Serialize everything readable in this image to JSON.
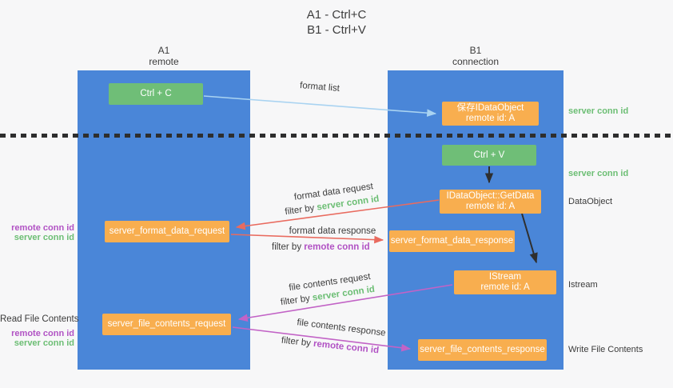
{
  "title": {
    "line1": "A1 - Ctrl+C",
    "line2": "B1 - Ctrl+V"
  },
  "columns": {
    "left": {
      "name": "A1",
      "role": "remote"
    },
    "right": {
      "name": "B1",
      "role": "connection"
    }
  },
  "nodes": {
    "ctrl_c": "Ctrl + C",
    "save_dataobject": {
      "line1": "保存IDataObject",
      "line2": "remote id: A"
    },
    "ctrl_v": "Ctrl + V",
    "getdata": {
      "line1": "IDataObject::GetData",
      "line2": "remote id: A"
    },
    "server_format_data_request": "server_format_data_request",
    "server_format_data_response": "server_format_data_response",
    "istream": {
      "line1": "IStream",
      "line2": "remote id: A"
    },
    "server_file_contents_request": "server_file_contents_request",
    "server_file_contents_response": "server_file_contents_response"
  },
  "terms": {
    "server_conn_id": "server conn id",
    "remote_conn_id": "remote conn id",
    "filter_by": "filter by "
  },
  "flow_labels": {
    "format_list": "format list",
    "format_data_request": "format data request",
    "format_data_response": "format data response",
    "file_contents_request": "file contents request",
    "file_contents_response": "file contents response"
  },
  "side_labels": {
    "dataobject": "DataObject",
    "istream": "Istream",
    "read_file_contents": "Read File Contents",
    "write_file_contents": "Write File Contents"
  },
  "colors": {
    "column_blue": "#4a86d8",
    "node_green": "#6fbe77",
    "node_orange": "#f8ae4f",
    "server_conn_green": "#6cbe74",
    "remote_conn_purple": "#b152c4",
    "arrow_red": "#e96b5f",
    "arrow_light_blue": "#a9d3f1",
    "arrow_purple": "#c263c6",
    "arrow_black": "#2f2f2f",
    "background": "#f7f7f8"
  }
}
